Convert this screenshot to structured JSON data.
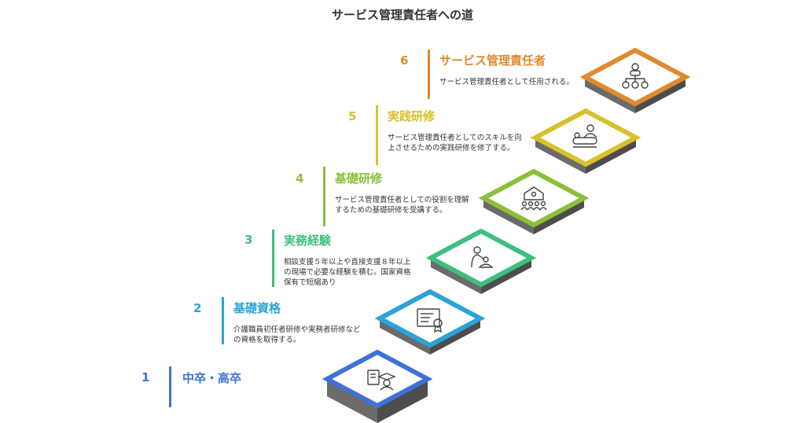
{
  "title": "サービス管理責任者への道",
  "steps": [
    {
      "number": "1",
      "title": "中卒・高卒",
      "desc": "",
      "color": "#3f72d9",
      "icon": "graduate-document-icon"
    },
    {
      "number": "2",
      "title": "基礎資格",
      "desc": "介護職員初任者研修や実務者研修などの資格を取得する。",
      "color": "#2aa3d8",
      "icon": "certificate-icon"
    },
    {
      "number": "3",
      "title": "実務経験",
      "desc": "相談支援５年以上や直接支援８年以上の現場で必要な経験を積む。国家資格保有で短縮あり",
      "color": "#3fbf7f",
      "icon": "caregiver-icon"
    },
    {
      "number": "4",
      "title": "基礎研修",
      "desc": "サービス管理責任者としての役割を理解するための基礎研修を受講する。",
      "color": "#8cbf3a",
      "icon": "classroom-icon"
    },
    {
      "number": "5",
      "title": "実践研修",
      "desc": "サービス管理責任者としてのスキルを向上させるための実践研修を修了する。",
      "color": "#d9c12a",
      "icon": "care-practice-icon"
    },
    {
      "number": "6",
      "title": "サービス管理責任者",
      "desc": "サービス管理責任者として任用される。",
      "color": "#e08a2e",
      "icon": "hierarchy-icon"
    }
  ]
}
